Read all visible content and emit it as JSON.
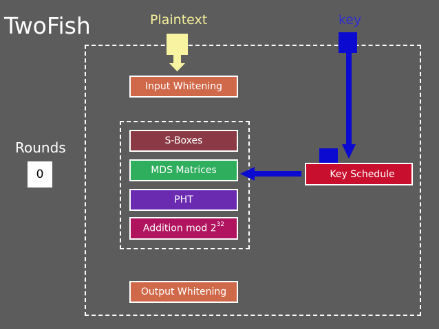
{
  "title": "TwoFish",
  "inputs": {
    "plaintext": "Plaintext",
    "key": "key"
  },
  "rounds": {
    "label": "Rounds",
    "value": "0"
  },
  "blocks": {
    "input_whitening": "Input Whitening",
    "s_boxes": "S-Boxes",
    "mds_matrices": "MDS Matrices",
    "pht": "PHT",
    "addition_base": "Addition mod 2",
    "addition_exponent": "32",
    "key_schedule": "Key Schedule",
    "output_whitening": "Output Whitening"
  },
  "colors": {
    "background": "#5c5c5c",
    "plaintext_yellow": "#f7f3a0",
    "key_blue": "#0a0ad0",
    "whitening_orange": "#d0694a",
    "s_boxes_maroon": "#8b3a45",
    "mds_green": "#2fae5e",
    "pht_purple": "#6a2bb0",
    "addition_magenta": "#b0145e",
    "key_schedule_red": "#c8102e"
  }
}
